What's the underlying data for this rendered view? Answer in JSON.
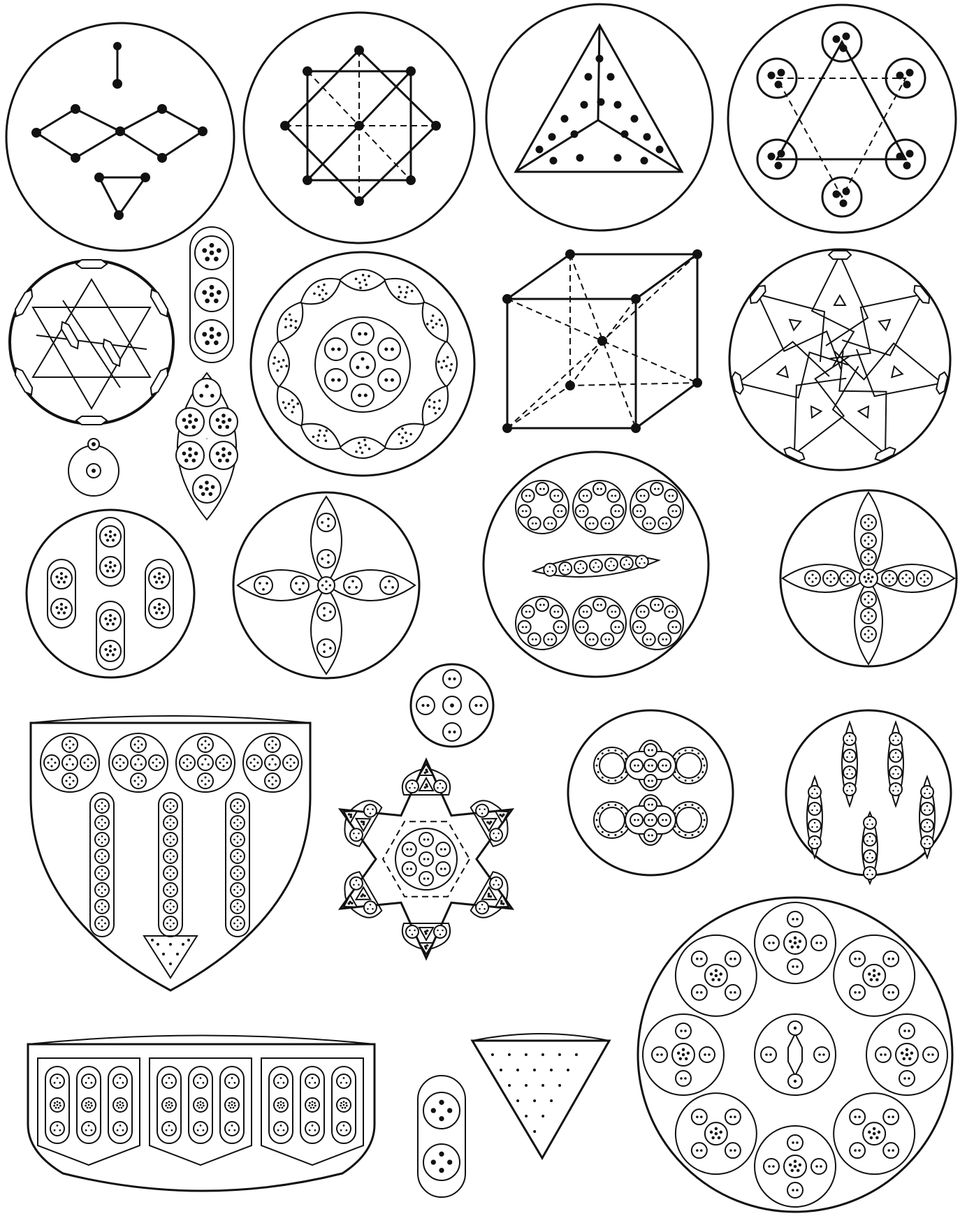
{
  "plate": {
    "background": "#ffffff",
    "ink": "#111111",
    "figures": [
      {
        "id": "fig-1",
        "name": "hydrogen-diagram"
      },
      {
        "id": "fig-2",
        "name": "octahedron-diagram"
      },
      {
        "id": "fig-3",
        "name": "tetrahedron-diagram"
      },
      {
        "id": "fig-4",
        "name": "hexagram-diagram"
      },
      {
        "id": "fig-5",
        "name": "star-arrows-diagram"
      },
      {
        "id": "fig-6",
        "name": "capsule-three-discs"
      },
      {
        "id": "fig-7",
        "name": "rosette-twelve-leaves"
      },
      {
        "id": "fig-8",
        "name": "cube-diagram"
      },
      {
        "id": "fig-9",
        "name": "spiral-arrows-diagram"
      },
      {
        "id": "fig-10",
        "name": "small-disc"
      },
      {
        "id": "fig-11",
        "name": "leaf-seven-discs"
      },
      {
        "id": "fig-12",
        "name": "four-capsules-circle"
      },
      {
        "id": "fig-13",
        "name": "cross-petals-circle"
      },
      {
        "id": "fig-14",
        "name": "ring-groups-circle"
      },
      {
        "id": "fig-15",
        "name": "cross-petals-circle-right"
      },
      {
        "id": "fig-16",
        "name": "five-disc-circle"
      },
      {
        "id": "fig-17",
        "name": "shield-diagram"
      },
      {
        "id": "fig-18",
        "name": "six-point-star-diagram"
      },
      {
        "id": "fig-19",
        "name": "rings-and-capsules-circle"
      },
      {
        "id": "fig-20",
        "name": "five-capsules-circle"
      },
      {
        "id": "fig-21",
        "name": "large-rosette-circle"
      },
      {
        "id": "fig-22",
        "name": "bowl-diagram"
      },
      {
        "id": "fig-23",
        "name": "small-capsule"
      },
      {
        "id": "fig-24",
        "name": "cone-diagram"
      }
    ]
  }
}
